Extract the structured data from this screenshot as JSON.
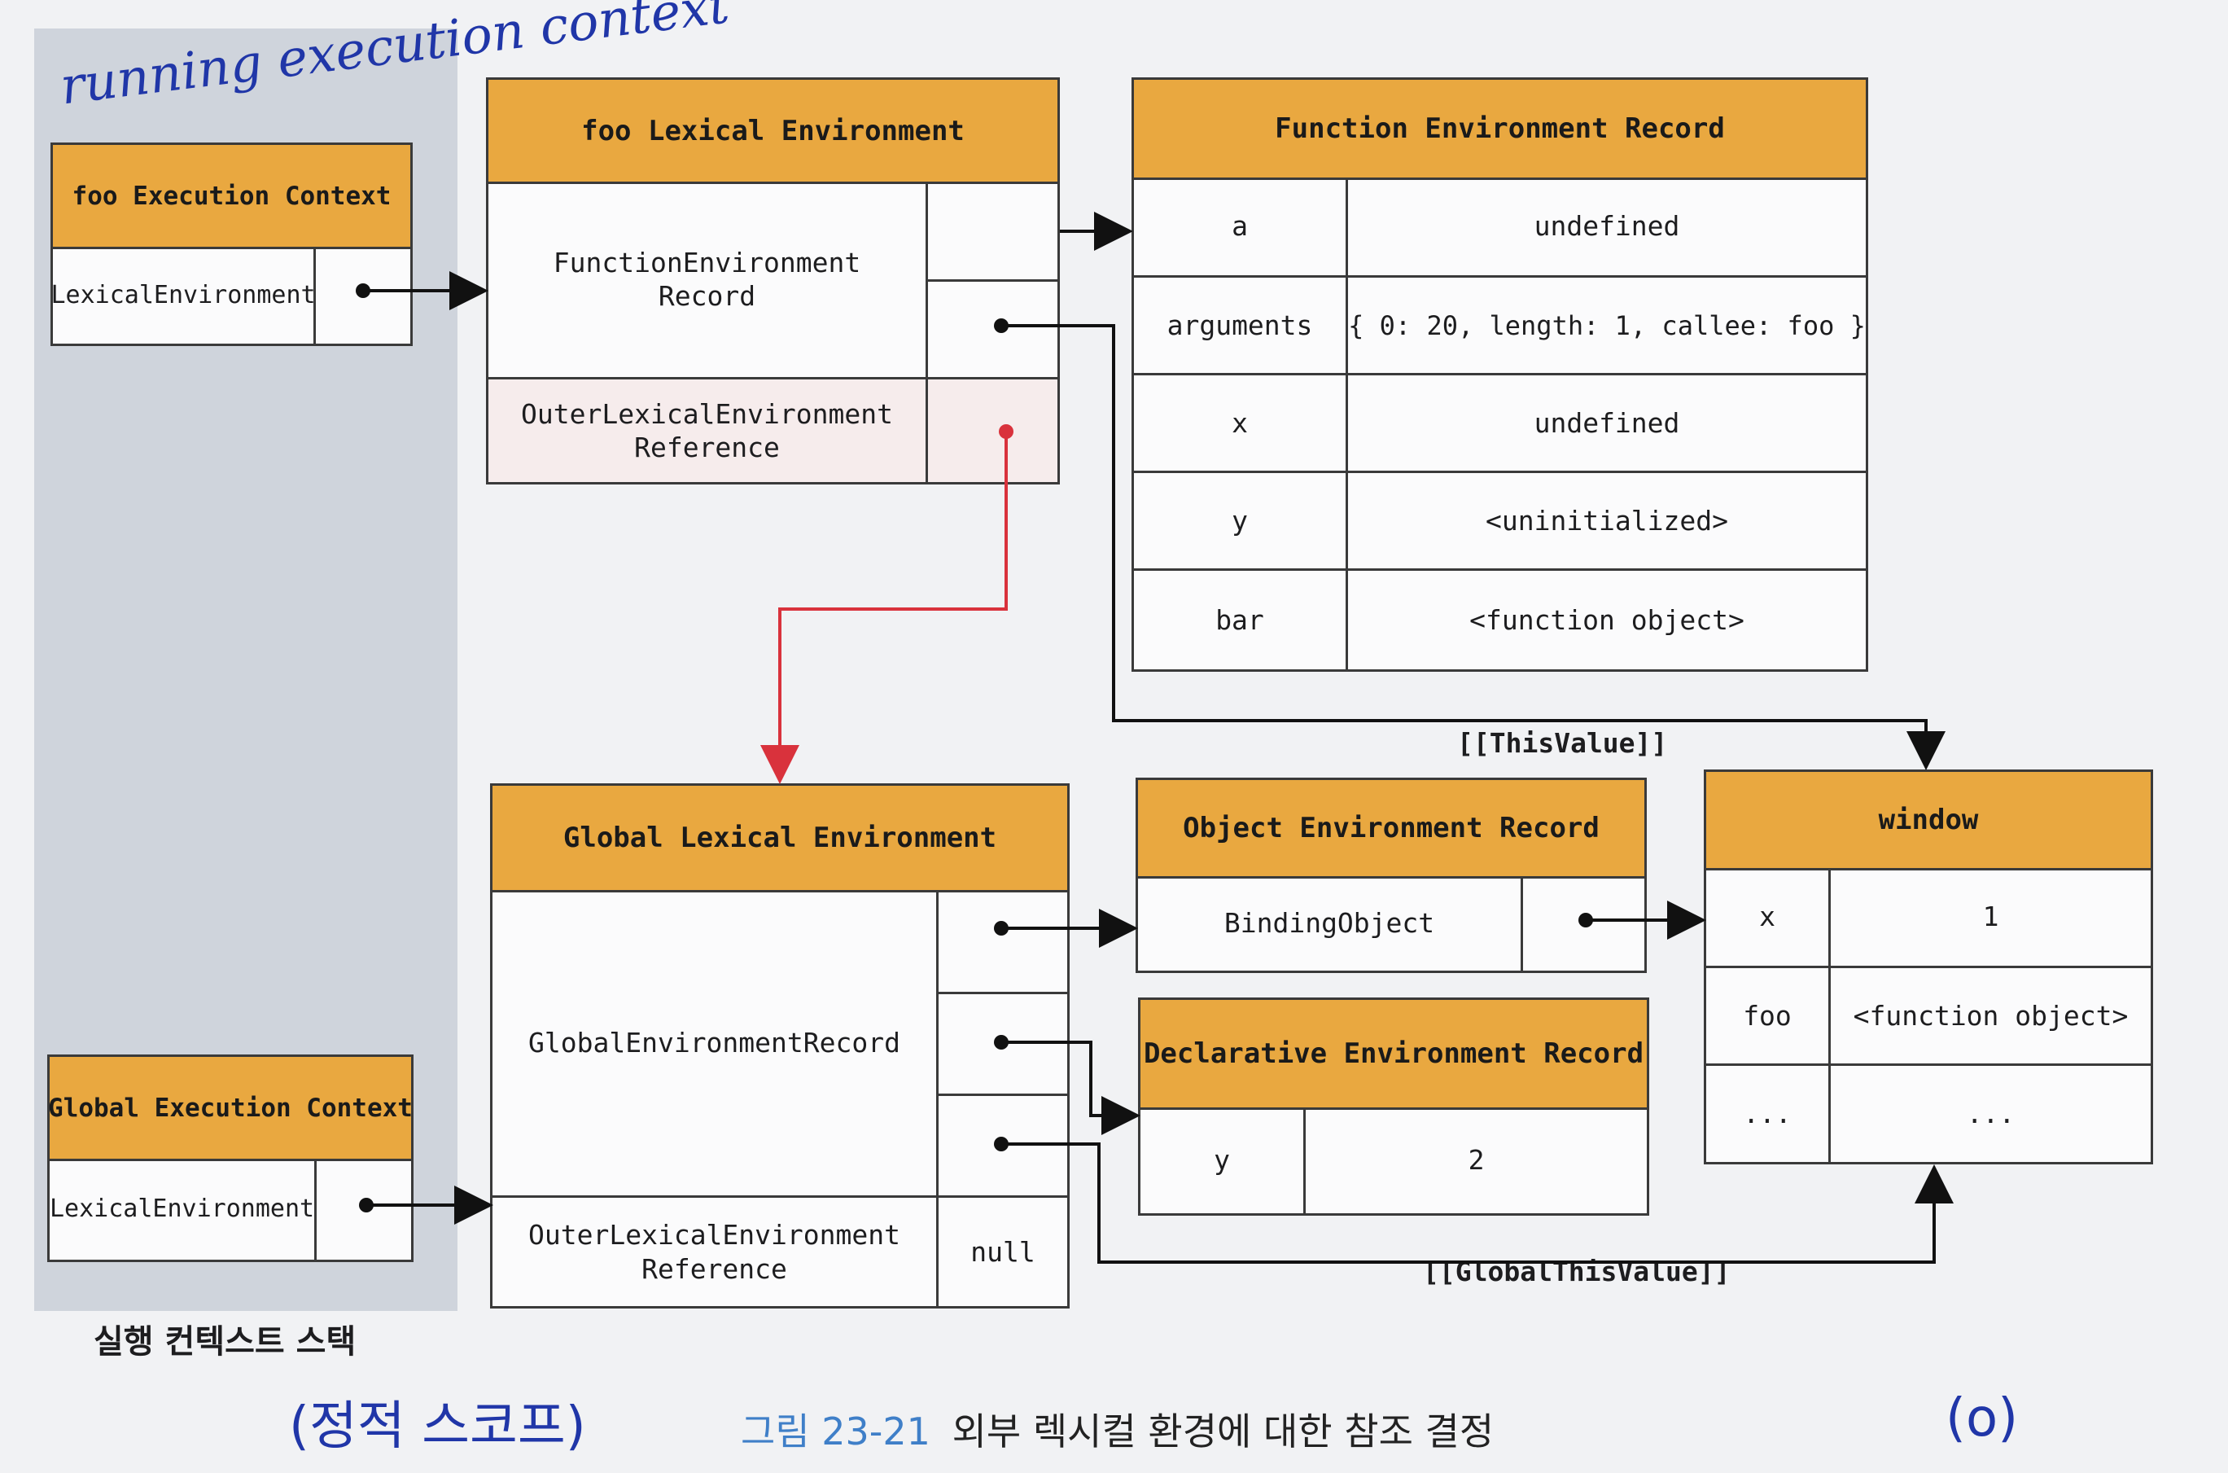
{
  "annotations": {
    "running": "running execution context",
    "bottom_left": "(정적 스코프)",
    "bottom_right": "(o)"
  },
  "stack": {
    "label": "실행 컨텍스트 스택",
    "foo_ctx": {
      "title": "foo Execution Context",
      "field": "LexicalEnvironment"
    },
    "global_ctx": {
      "title": "Global Execution Context",
      "field": "LexicalEnvironment"
    }
  },
  "foo_env": {
    "title": "foo Lexical Environment",
    "record": "FunctionEnvironment\nRecord",
    "outer": "OuterLexicalEnvironment\nReference"
  },
  "function_record": {
    "title": "Function Environment Record",
    "rows": [
      {
        "key": "a",
        "value": "undefined"
      },
      {
        "key": "arguments",
        "value": "{ 0: 20, length: 1, callee: foo }"
      },
      {
        "key": "x",
        "value": "undefined"
      },
      {
        "key": "y",
        "value": "<uninitialized>"
      },
      {
        "key": "bar",
        "value": "<function object>"
      }
    ]
  },
  "global_env": {
    "title": "Global Lexical Environment",
    "record": "GlobalEnvironmentRecord",
    "outer": "OuterLexicalEnvironment\nReference",
    "outer_value": "null"
  },
  "object_record": {
    "title": "Object Environment Record",
    "field": "BindingObject"
  },
  "declarative_record": {
    "title": "Declarative Environment Record",
    "rows": [
      {
        "key": "y",
        "value": "2"
      }
    ]
  },
  "window": {
    "title": "window",
    "rows": [
      {
        "key": "x",
        "value": "1"
      },
      {
        "key": "foo",
        "value": "<function object>"
      },
      {
        "key": "...",
        "value": "..."
      }
    ]
  },
  "edge_labels": {
    "this_value": "[[ThisValue]]",
    "global_this": "[[GlobalThisValue]]"
  },
  "caption": {
    "number": "그림 23-21",
    "text": "외부 렉시컬 환경에 대한 참조 결정"
  },
  "colors": {
    "header": "#e9a840",
    "outer_ref_arrow": "#d9323c",
    "handwriting": "#2036a8",
    "caption_number": "#3f7fc8"
  }
}
